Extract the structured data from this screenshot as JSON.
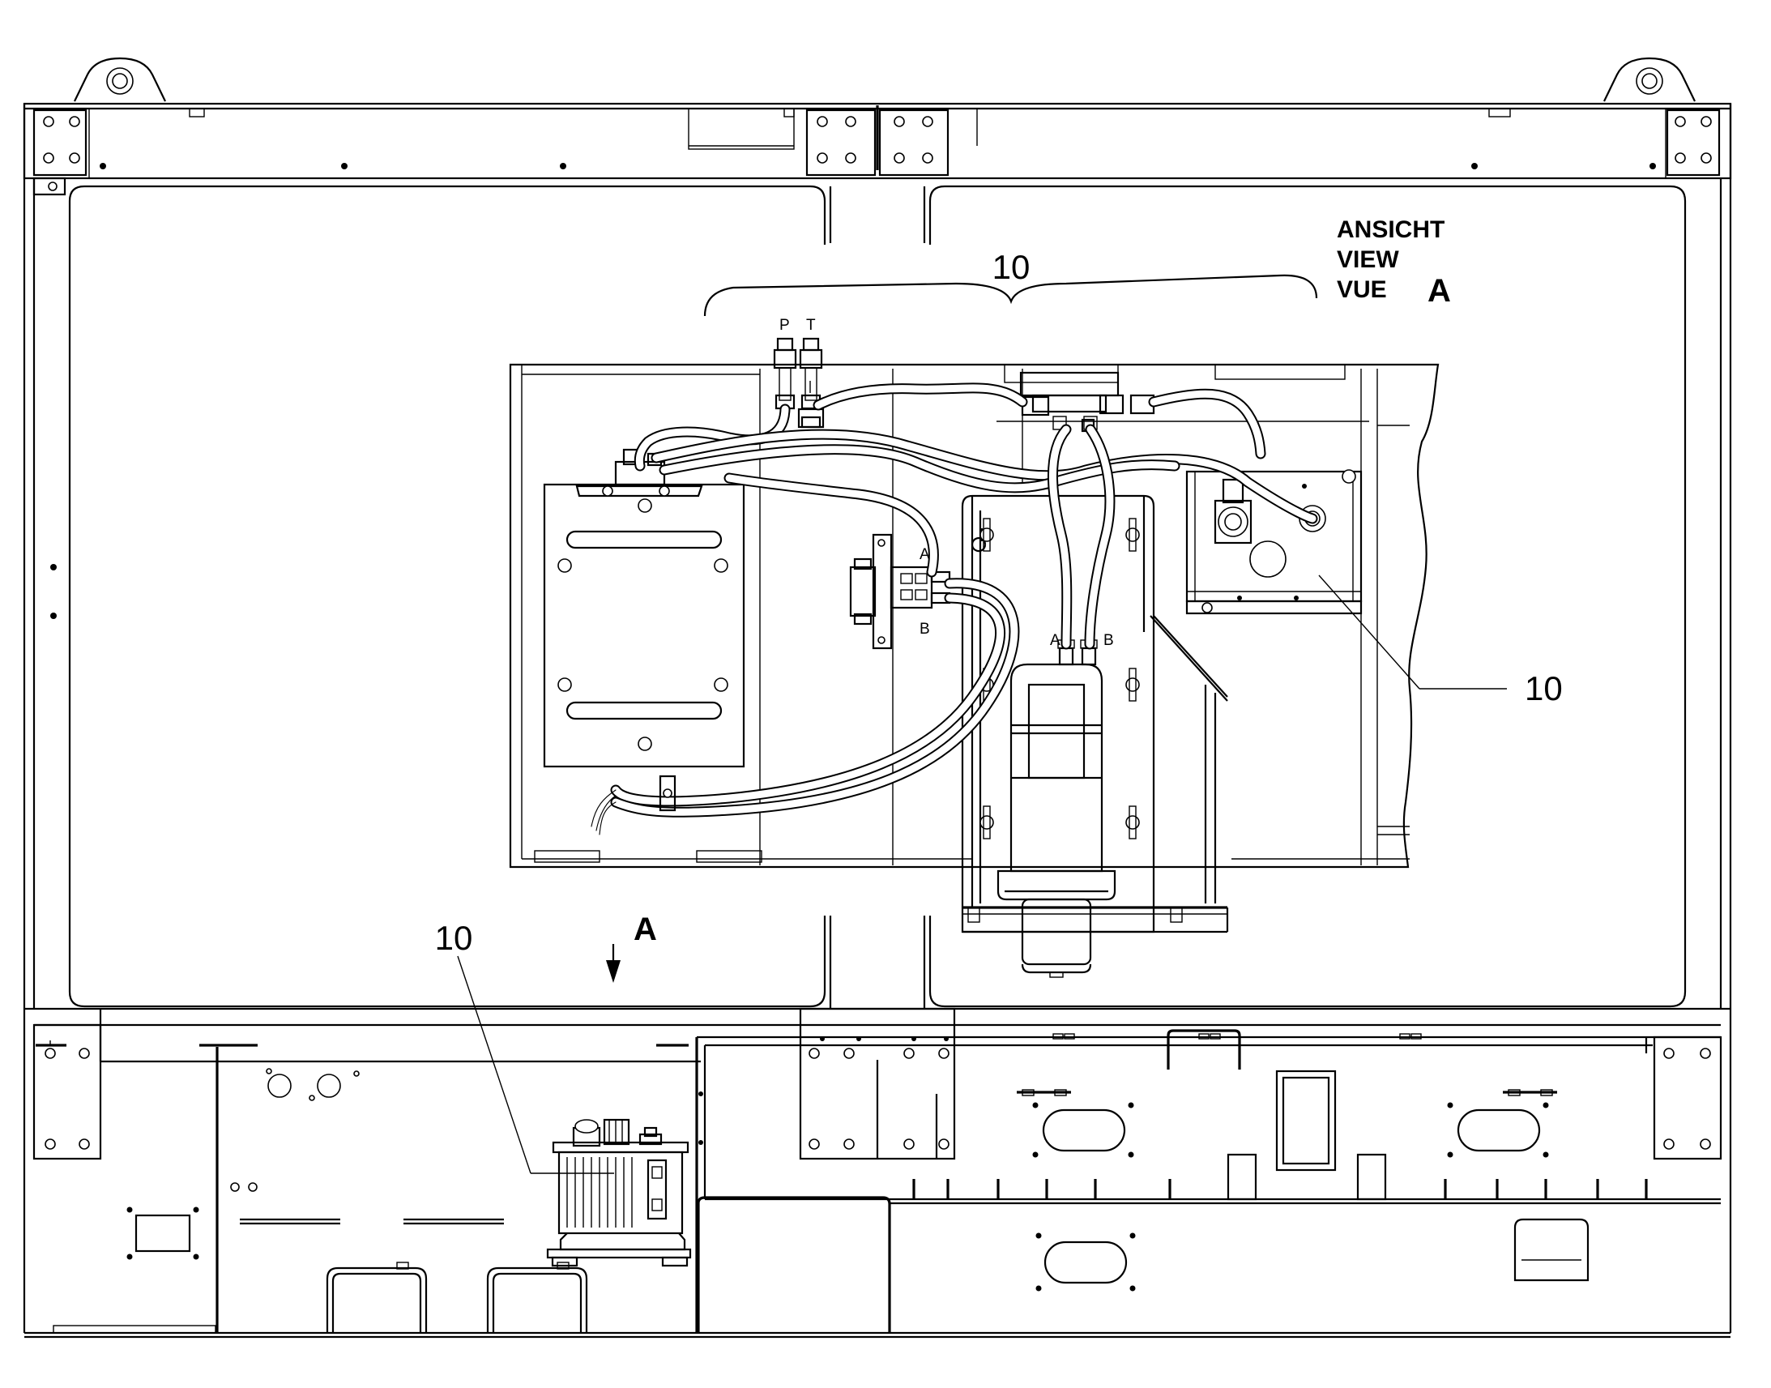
{
  "view_label": {
    "line1": "ANSICHT",
    "line2": "VIEW",
    "line3": "VUE",
    "letter": "A"
  },
  "callouts": {
    "top": "10",
    "right": "10",
    "bottom": "10"
  },
  "section_marker": {
    "letter": "A"
  },
  "ports": {
    "pressure": "P",
    "tank": "T",
    "valve_a": "A",
    "valve_b": "B",
    "motor_a": "A",
    "motor_b": "B"
  }
}
